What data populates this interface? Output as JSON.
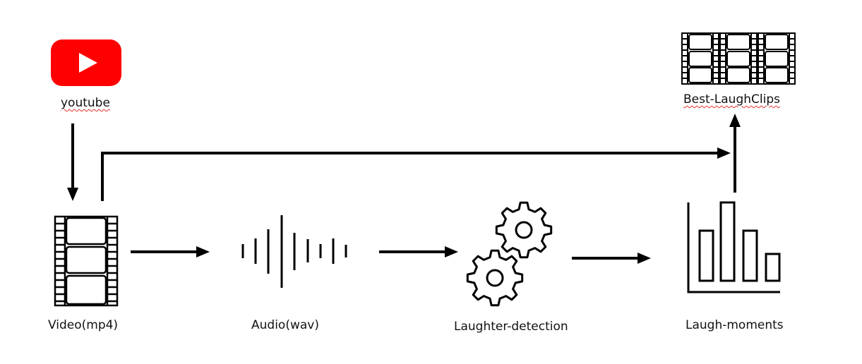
{
  "nodes": {
    "youtube": {
      "label": "youtube",
      "icon": "youtube-logo-icon"
    },
    "video": {
      "label": "Video(mp4)",
      "icon": "film-strip-icon"
    },
    "audio": {
      "label": "Audio(wav)",
      "icon": "sound-wave-icon"
    },
    "laughter": {
      "label": "Laughter-detection",
      "icon": "gears-icon"
    },
    "moments": {
      "label": "Laugh-moments",
      "icon": "bar-chart-icon"
    },
    "clips": {
      "label": "Best-LaughClips",
      "icon": "film-strips-icon"
    }
  },
  "colors": {
    "youtube_red": "#ff0000",
    "stroke": "#000000"
  }
}
